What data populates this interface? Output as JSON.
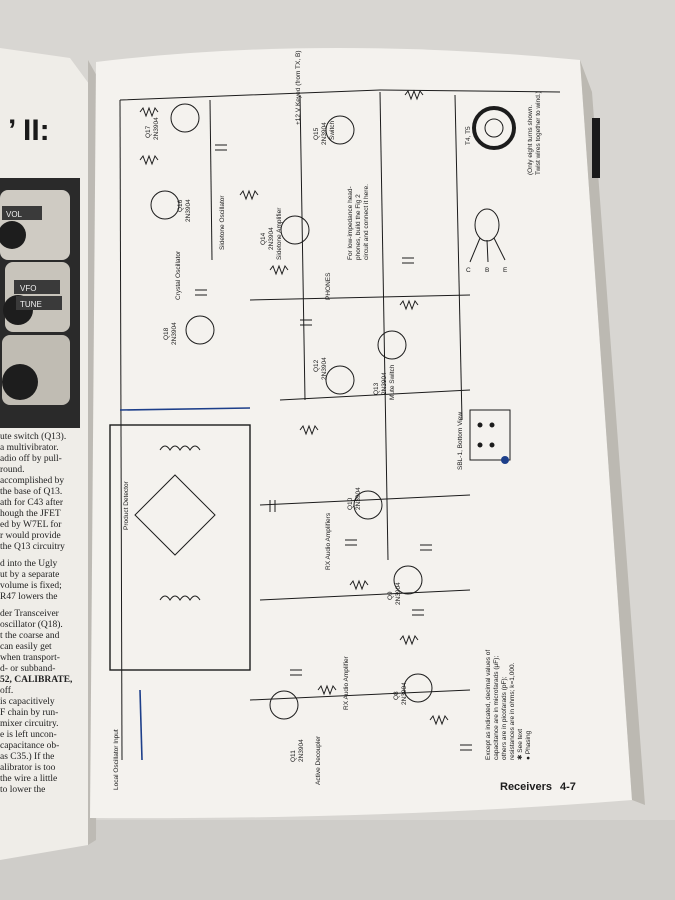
{
  "left_page": {
    "heading_fragment": "’ II:",
    "knob_labels": [
      "VOL",
      "VFO",
      "TUNE"
    ],
    "text_lines": [
      "ute switch (Q13).",
      "a multivibrator.",
      "adio off by pull-",
      "round.",
      "accomplished by",
      "the base of Q13.",
      "ath for C43 after",
      "hough the JFET",
      "ed by W7EL for",
      "r would provide",
      "the Q13 circuitry",
      "",
      "d into the Ugly",
      "ut by a separate",
      "volume is fixed;",
      "R47 lowers the",
      "",
      "der Transceiver",
      "oscillator (Q18).",
      "t the coarse and",
      "can easily get",
      "when transport-",
      "d- or subband-",
      "52, CALIBRATE,",
      "off.",
      "is capacitively",
      "F chain by run-",
      "mixer circuitry.",
      "e is left uncon-",
      "capacitance ob-",
      "as C35.) If the",
      "alibrator is too",
      "the wire a little",
      "to lower the"
    ]
  },
  "schematic": {
    "transistors": [
      {
        "ref": "Q17",
        "part": "2N3904"
      },
      {
        "ref": "Q16",
        "part": "2N3904"
      },
      {
        "ref": "Q15",
        "part": "2N3904",
        "note": "Switch"
      },
      {
        "ref": "Q14",
        "part": "2N3904",
        "note": "Sidetone Amplifier"
      },
      {
        "ref": "Q18",
        "part": "2N3904"
      },
      {
        "ref": "Q12",
        "part": "2N3904"
      },
      {
        "ref": "Q13",
        "part": "2N3904",
        "note": "Mute Switch"
      },
      {
        "ref": "Q10",
        "part": "2N3904"
      },
      {
        "ref": "Q9",
        "part": "2N3904"
      },
      {
        "ref": "Q8",
        "part": "2N3904"
      },
      {
        "ref": "Q11",
        "part": "2N3904"
      }
    ],
    "stage_labels": [
      "Sidetone Oscillator",
      "Crystal Oscillator",
      "Product Detector",
      "RX Audio Amplifiers",
      "RX Audio Amplifier",
      "Active Decoupler",
      "Local Oscillator Input"
    ],
    "notes": [
      "For low-impedance head-",
      "phones, build the Fig 2",
      "circuit and connect it here."
    ],
    "keyed_label": "+12 V Keyed (from TX, B)",
    "phones_label": "PHONES",
    "toroid_labels": [
      "T4, T5",
      "(Only eight turns shown.",
      "Twist wires together to wind.)"
    ],
    "transistor_pinout": [
      "C",
      "B",
      "E"
    ],
    "footnote": [
      "Except as indicated, decimal values of",
      "capacitance are in microfarads (μF);",
      "others are in picofarads (pF);",
      "resistances are in ohms; k=1,000.",
      "✱ See text",
      "● Phasing"
    ],
    "sbl_view": "SBL-1, Bottom View"
  },
  "page_footer": {
    "section": "Receivers",
    "page_number": "4-7"
  },
  "colors": {
    "background": "#d8d6d2",
    "paper": "#f3f1ed",
    "ink": "#1c1c1c",
    "blue_ink": "#1d3f8a"
  }
}
